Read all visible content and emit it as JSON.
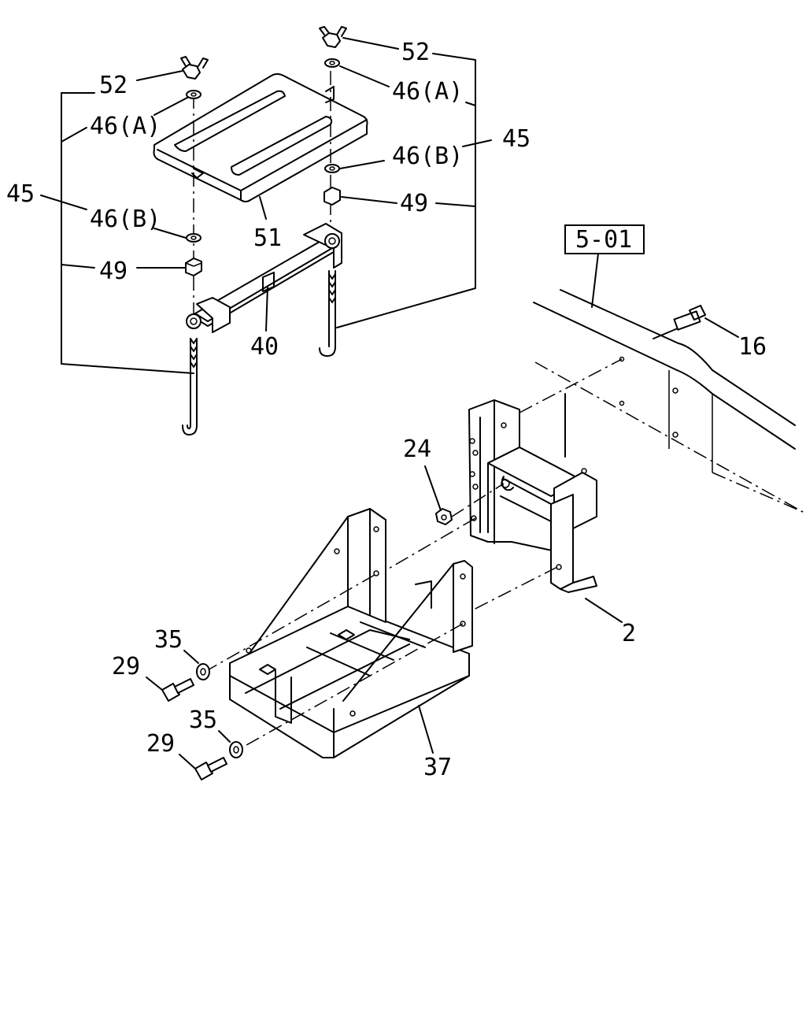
{
  "diagram": {
    "ref_box_label": "5-01",
    "callouts": {
      "c52_left": "52",
      "c52_right": "52",
      "c46a_left": "46(A)",
      "c46a_right": "46(A)",
      "c46b_left": "46(B)",
      "c46b_right": "46(B)",
      "c45_left": "45",
      "c45_right": "45",
      "c49_left": "49",
      "c49_right": "49",
      "c51": "51",
      "c40": "40",
      "c16": "16",
      "c24": "24",
      "c2": "2",
      "c35_top": "35",
      "c35_bottom": "35",
      "c29_top": "29",
      "c29_bottom": "29",
      "c37": "37"
    }
  }
}
